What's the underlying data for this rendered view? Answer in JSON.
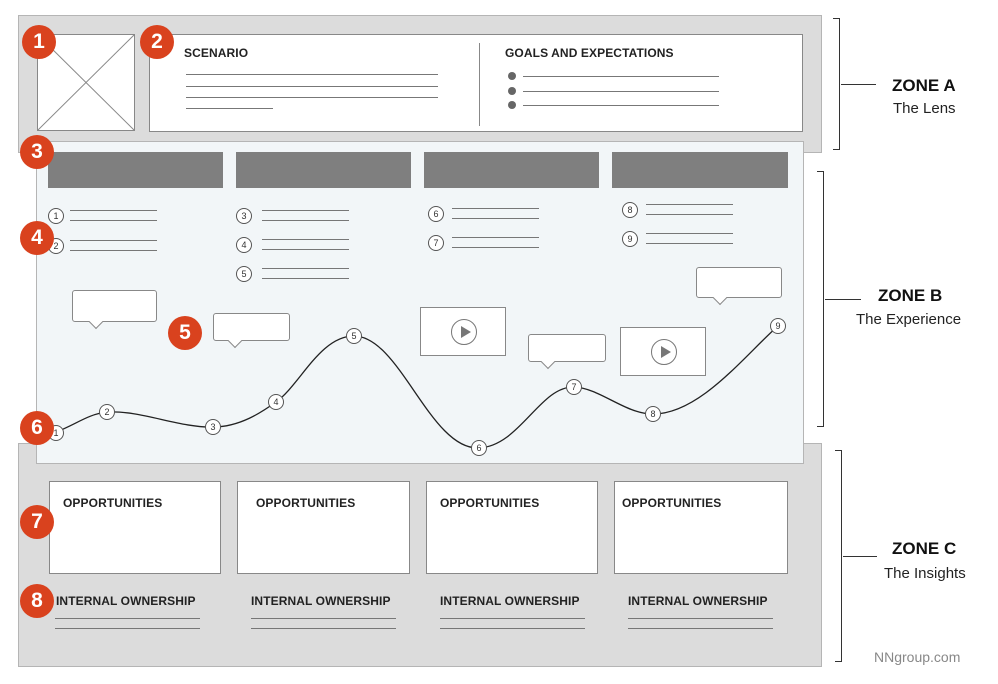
{
  "zone_a": {
    "scenario_label": "SCENARIO",
    "goals_label": "GOALS AND EXPECTATIONS",
    "title": "ZONE A",
    "subtitle": "The Lens"
  },
  "zone_b": {
    "title": "ZONE B",
    "subtitle": "The Experience",
    "step_numbers": [
      "1",
      "2",
      "3",
      "4",
      "5",
      "6",
      "7",
      "8",
      "9"
    ],
    "curve_points": [
      "1",
      "2",
      "3",
      "4",
      "5",
      "6",
      "7",
      "8",
      "9"
    ]
  },
  "zone_c": {
    "opportunities": [
      "OPPORTUNITIES",
      "OPPORTUNITIES",
      "OPPORTUNITIES",
      "OPPORTUNITIES"
    ],
    "ownership": [
      "INTERNAL OWNERSHIP",
      "INTERNAL OWNERSHIP",
      "INTERNAL OWNERSHIP",
      "INTERNAL OWNERSHIP"
    ],
    "title": "ZONE C",
    "subtitle": "The Insights"
  },
  "badges": [
    "1",
    "2",
    "3",
    "4",
    "5",
    "6",
    "7",
    "8"
  ],
  "brand": "NNgroup.com",
  "colors": {
    "badge": "#d9421e",
    "phase_bar": "#7f7f7f",
    "zone_bg": "#dcdcdc",
    "experience_bg": "#f2f6f8"
  }
}
